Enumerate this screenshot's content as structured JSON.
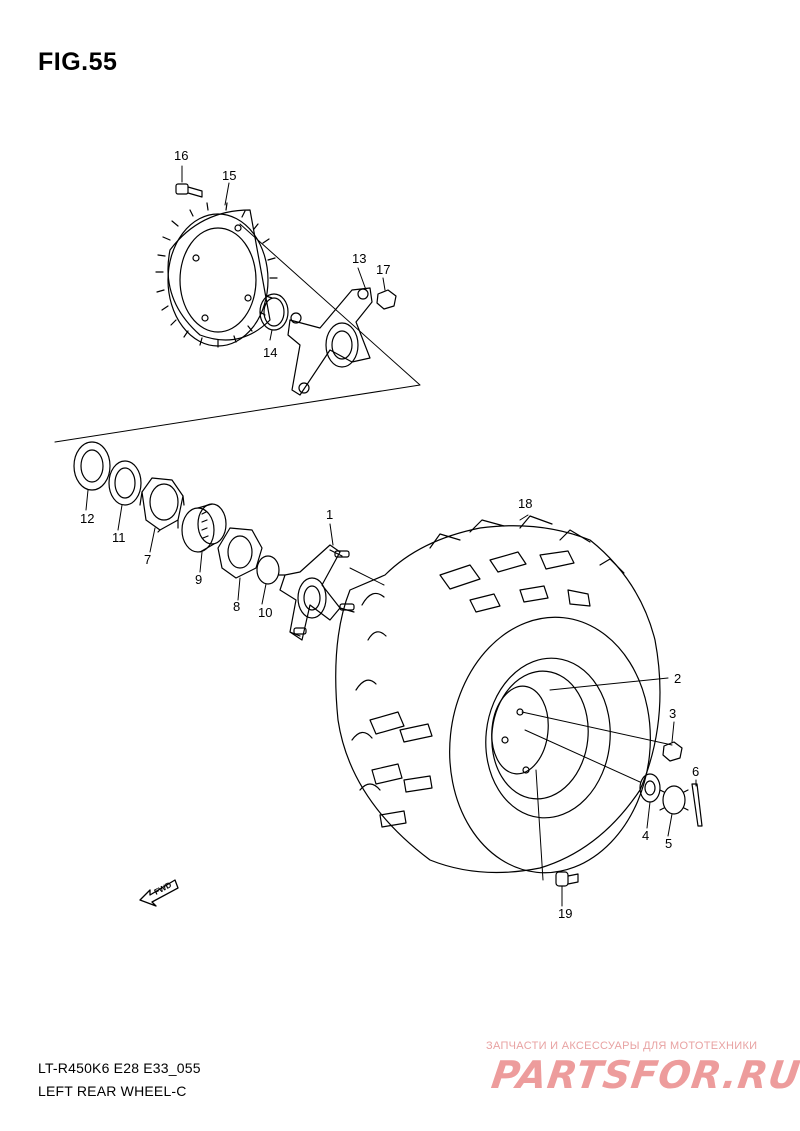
{
  "figure": {
    "title": "FIG.55",
    "model_code": "LT-R450K6 E28 E33_055",
    "name": "LEFT REAR WHEEL-C"
  },
  "callouts": [
    "1",
    "2",
    "3",
    "4",
    "5",
    "6",
    "7",
    "8",
    "9",
    "10",
    "11",
    "12",
    "13",
    "14",
    "15",
    "16",
    "17",
    "18",
    "19"
  ],
  "fwd_label": "FWD",
  "watermark": {
    "line1": "ЗАПЧАСТИ И АКСЕССУАРЫ ДЛЯ МОТОТЕХНИКИ",
    "logo": "PARTSFOR.RU",
    "color": "#ed9c9c"
  }
}
